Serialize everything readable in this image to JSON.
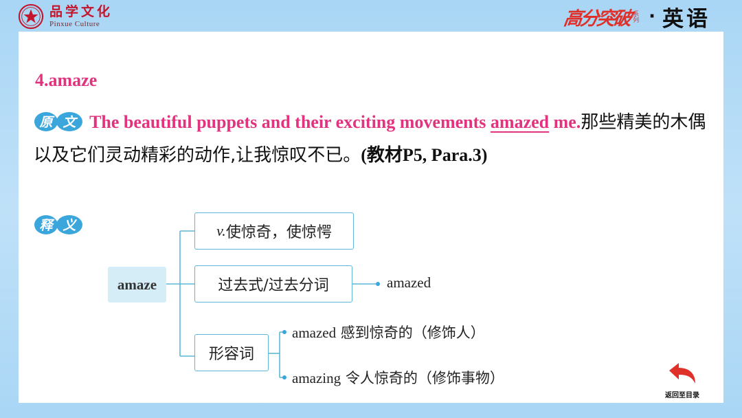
{
  "header": {
    "logo_cn": "品学文化",
    "logo_en": "Pinxue Culture",
    "brand_mark": "高分突破",
    "brand_sup": "系列",
    "brand_dot": "·",
    "subject": "英语"
  },
  "entry": {
    "title": "4.amaze",
    "original_tag": "原文",
    "sentence_before": "The beautiful puppets and their exciting movements ",
    "sentence_key": "amazed",
    "sentence_after": " me.",
    "translation": "那些精美的木偶以及它们灵动精彩的动作,让我惊叹不已。",
    "source": "(教材P5, Para.3)",
    "meaning_tag": "释义"
  },
  "diagram": {
    "root": "amaze",
    "verb_pos": "v.",
    "verb_meaning": " 使惊奇，使惊愕",
    "past_label": "过去式/过去分词",
    "past_form": "amazed",
    "adj_label": "形容词",
    "adj_items": [
      {
        "word": "amazed",
        "meaning": " 感到惊奇的（修饰人）"
      },
      {
        "word": "amazing",
        "meaning": " 令人惊奇的（修饰事物）"
      }
    ]
  },
  "nav": {
    "back_label": "返回至目录"
  },
  "colors": {
    "accent_pink": "#e2337e",
    "box_border": "#5db7d6",
    "tag_blue": "#3aa6dc",
    "brand_red": "#e0302a"
  }
}
